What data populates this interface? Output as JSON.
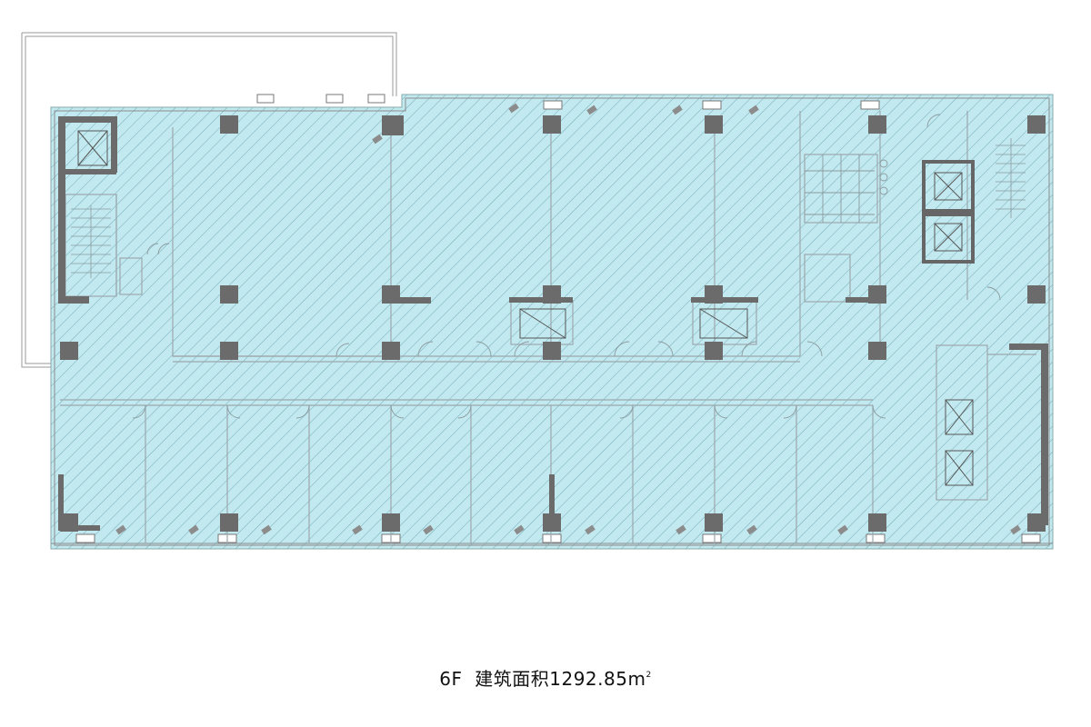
{
  "caption": {
    "floor": "6F",
    "label": "建筑面积",
    "area": "1292.85",
    "unit": "m",
    "unit_sup": "2"
  },
  "colors": {
    "area_fill": "#c2e9ef",
    "hatch": "#6aa4b5",
    "wall": "#8c8c8c",
    "column": "#6b6b6b",
    "partition": "#9aa8ad"
  }
}
